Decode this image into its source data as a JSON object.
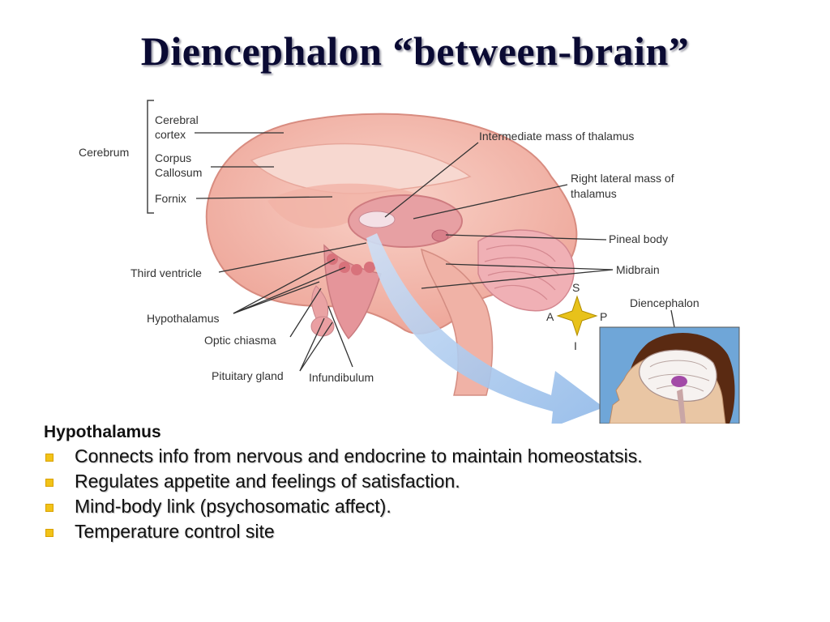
{
  "slide": {
    "title": "Diencephalon “between-brain”"
  },
  "figure": {
    "labels": {
      "cerebrum": "Cerebrum",
      "cerebral_cortex_1": "Cerebral",
      "cerebral_cortex_2": "cortex",
      "corpus_callosum_1": "Corpus",
      "corpus_callosum_2": "Callosum",
      "fornix": "Fornix",
      "intermediate_mass": "Intermediate mass of thalamus",
      "right_lateral_mass_1": "Right lateral mass of",
      "right_lateral_mass_2": "thalamus",
      "pineal_body": "Pineal body",
      "midbrain": "Midbrain",
      "third_ventricle": "Third ventricle",
      "hypothalamus": "Hypothalamus",
      "optic_chiasma": "Optic chiasma",
      "pituitary_gland": "Pituitary gland",
      "infundibulum": "Infundibulum",
      "diencephalon": "Diencephalon",
      "compass_s": "S",
      "compass_a": "A",
      "compass_p": "P",
      "compass_i": "I"
    },
    "colors": {
      "brain_tissue": "#f3b9ae",
      "brain_dark": "#d98a80",
      "thalamus": "#e39aa0",
      "arrow": "#a9c9ee",
      "compass": "#e8c21a",
      "inset_bg": "#6fa6d8",
      "skin": "#e9c6a4",
      "hair": "#5a2a12"
    }
  },
  "bullets": {
    "heading": "Hypothalamus",
    "items": [
      "Connects info from nervous and endocrine to maintain homeostatsis.",
      "Regulates appetite and feelings of satisfaction.",
      "Mind-body link (psychosomatic affect).",
      "Temperature control site"
    ],
    "bullet_color": "#f2c318"
  }
}
